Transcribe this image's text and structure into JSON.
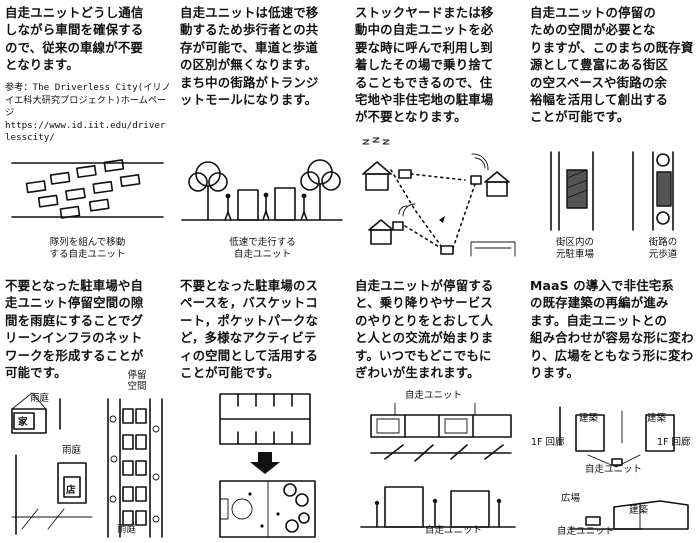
{
  "panels": [
    {
      "text": "自走ユニットどうし通信\nしながら車間を確保する\nので、従来の車線が不要\nとなります。",
      "reference": "参考：The Driverless City(イリノ\nイエ科大研究プロジェクト)ホームページ\nhttps://www.id.iit.edu/driver\nlesscity/",
      "caption": "隊列を組んで移動\nする自走ユニット"
    },
    {
      "text": "自走ユニットは低速で移\n動するため歩行者との共\n存が可能で、車道と歩道\nの区別が無くなります。\nまち中の街路がトランジ\nットモールになります。",
      "caption": "低速で走行する\n自走ユニット"
    },
    {
      "text": "ストックヤードまたは移\n動中の自走ユニットを必\n要な時に呼んで利用し到\n着したその場で乗り捨て\nることもできるので、住\n宅地や非住宅地の駐車場\nが不要となります。"
    },
    {
      "text": "自走ユニットの停留の\nための空間が必要とな\nりますが、このまちの既存資\n源として豊富にある街区\nの空スペースや街路の余\n裕幅を活用して創出する\nことが可能です。",
      "captions": [
        "街区内の\n元駐車場",
        "街路の\n元歩道"
      ]
    },
    {
      "text": "不要となった駐車場や自\n走ユニット停留空間の隙\n間を雨庭にすることでグ\nリーンインフラのネット\nワークを形成することが\n可能です。",
      "labels": {
        "rain_garden_1": "雨庭",
        "house": "家",
        "rain_garden_2": "雨庭",
        "shop": "店",
        "rain_garden_3": "雨庭",
        "stop_space": "停留\n空間"
      }
    },
    {
      "text": "不要となった駐車場のス\nペースを，バスケットコ\nート，ポケットパークな\nど，多様なアクティビテ\nィの空間として活用する\nことが可能です。"
    },
    {
      "text": "自走ユニットが停留する\nと、乗り降りやサービス\nのやりとりをとおして人\nと人との交流が始まりま\nす。いつでもどこでもに\nぎわいが生まれます。",
      "labels": {
        "top": "自走ユニット",
        "bottom": "自走ユニット"
      }
    },
    {
      "text": "MaaS の導入で非住宅系\nの既存建築の再編が進み\nます。自走ユニットとの\n組み合わせが容易な形に変わ\nり、広場をともなう形に変わ\nります。",
      "labels": {
        "building_left": "建築",
        "building_right": "建築",
        "corridor_left": "1F 回廊",
        "corridor_right": "1F 回廊",
        "unit_top": "自走ユニット",
        "plaza": "広場",
        "building_bottom": "建築",
        "unit_bottom": "自走ユニット"
      }
    }
  ]
}
